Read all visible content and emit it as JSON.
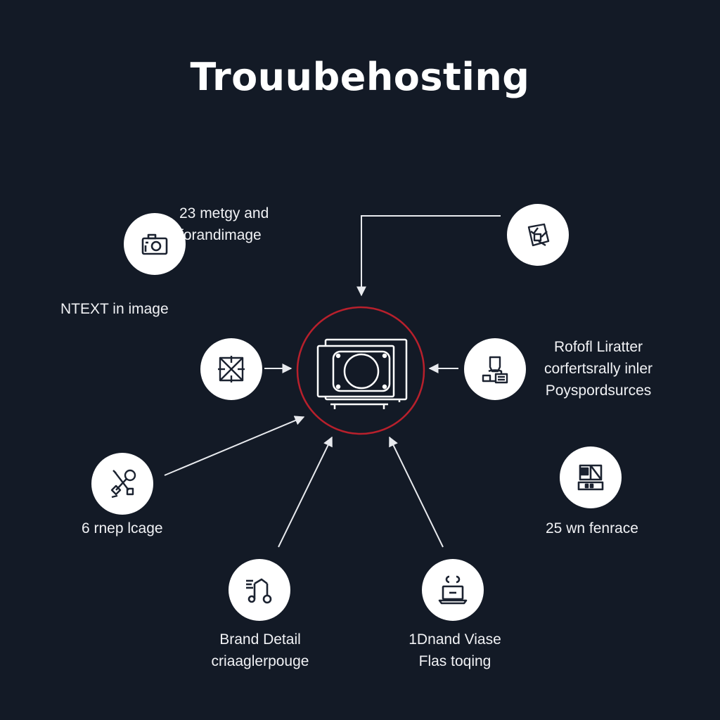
{
  "title": "Trouubehosting",
  "labels": {
    "top_left": [
      "23 metgy and",
      "forandimage"
    ],
    "left": "NTEXT in image",
    "right": [
      "Rofofl Liratter",
      "corfertsrally inler",
      "Poyspordsurces"
    ],
    "lower_left": "6 rnep lcage",
    "lower_right": "25 wn fenrace",
    "bottom_left": [
      "Brand Detail",
      "criaaglerpouge"
    ],
    "bottom_right": [
      "1Dnand Viase",
      "Flas toqing"
    ]
  },
  "colors": {
    "background": "#131a26",
    "ring": "#b8202c",
    "line": "#e8eaee",
    "node_fill": "#ffffff",
    "icon": "#1b2230"
  },
  "nodes": [
    {
      "id": "camera",
      "icon": "camera-icon"
    },
    {
      "id": "checklist",
      "icon": "checklist-icon"
    },
    {
      "id": "crosshair",
      "icon": "crosshair-icon"
    },
    {
      "id": "person-card",
      "icon": "person-card-icon"
    },
    {
      "id": "tools",
      "icon": "tools-icon"
    },
    {
      "id": "panel",
      "icon": "panel-icon"
    },
    {
      "id": "music",
      "icon": "music-icon"
    },
    {
      "id": "laptop",
      "icon": "laptop-icon"
    }
  ],
  "center": {
    "icon": "monitor-icon"
  }
}
